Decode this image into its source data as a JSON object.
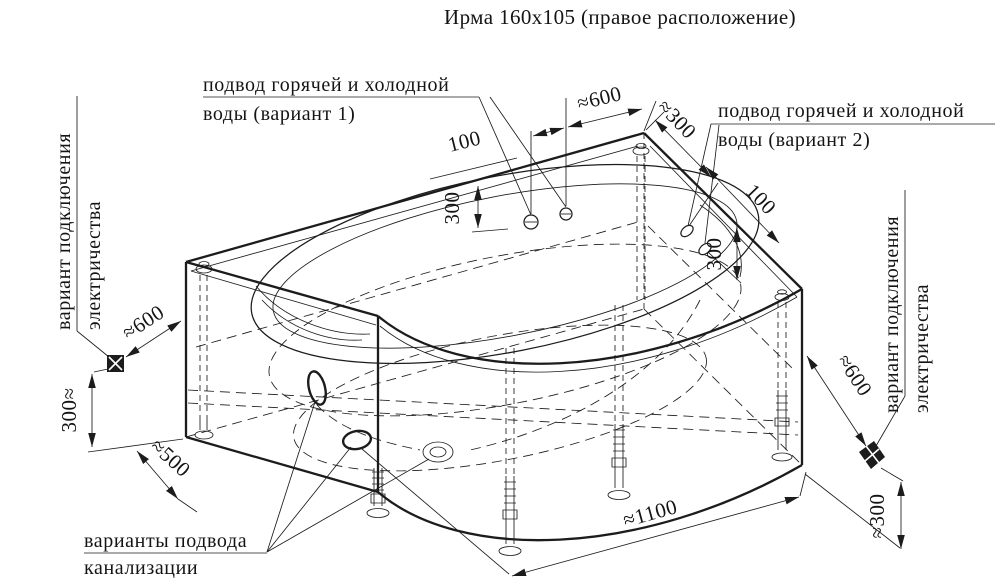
{
  "title": "Ирма 160х105 (правое расположение)",
  "labels": {
    "supply1_line1": "подвод горячей и холодной",
    "supply1_line2": "воды (вариант 1)",
    "supply2_line1": "подвод горячей и холодной",
    "supply2_line2": "воды (вариант 2)",
    "electric_left_line1": "вариант подключения",
    "electric_left_line2": "электричества",
    "electric_right_line1": "вариант подключения",
    "electric_right_line2": "электричества",
    "sewer_line1": "варианты подвода",
    "sewer_line2": "канализации"
  },
  "dimensions": {
    "supply1_offset": "100",
    "supply1_from_corner": "≈600",
    "supply2_from_corner": "≈300",
    "supply1_depth": "300",
    "supply2_offset": "100",
    "supply2_depth": "300",
    "electric_left_from_wall": "≈600",
    "electric_left_height": "300≈",
    "front_clearance": "≈500",
    "drain_to_corner": "≈1100",
    "electric_right_from_wall": "≈600",
    "electric_right_height": "≈300"
  },
  "colors": {
    "ink": "#1c1c1c",
    "background": "#ffffff"
  }
}
